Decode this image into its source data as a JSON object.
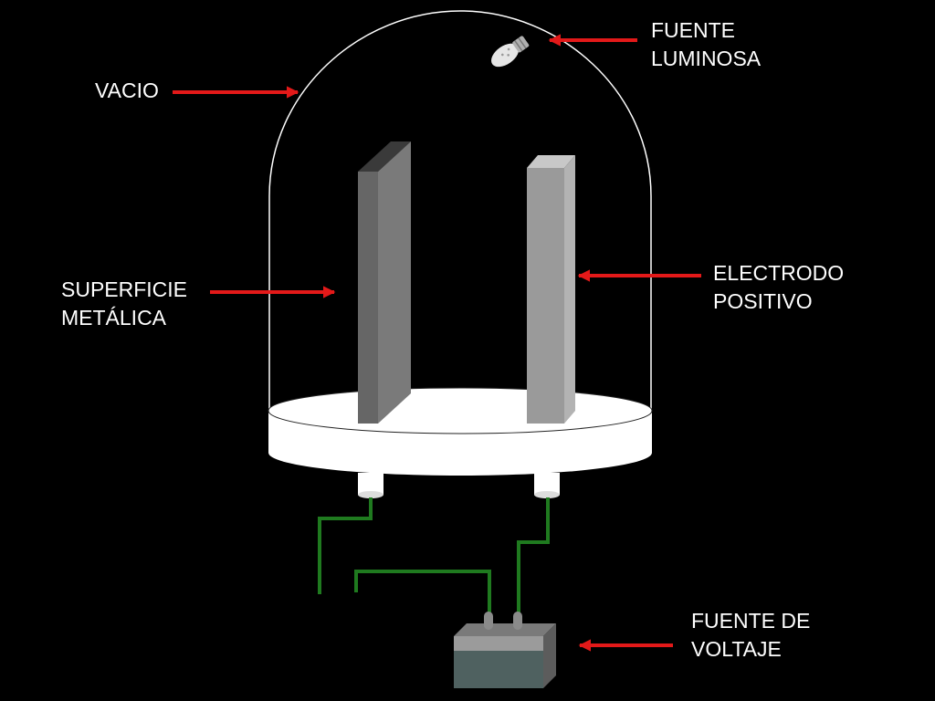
{
  "labels": {
    "light_source": {
      "line1": "FUENTE",
      "line2": "LUMINOSA"
    },
    "vacuum": {
      "line1": "VACIO"
    },
    "metal_surface": {
      "line1": "SUPERFICIE",
      "line2": "METÁLICA"
    },
    "positive_electrode": {
      "line1": "ELECTRODO",
      "line2": "POSITIVO"
    },
    "voltage_source": {
      "line1": "FUENTE DE",
      "line2": "VOLTAJE"
    }
  },
  "colors": {
    "background": "#000000",
    "arrow": "#e31919",
    "wire": "#1f7a1f",
    "dome_outline": "#ffffff",
    "base": "#ffffff",
    "metal_plate": "#6b6b6b",
    "electrode_plate": "#9a9a9a",
    "battery_body": "#4f6160"
  },
  "icons": {
    "light_source": "light-bulb-icon"
  }
}
